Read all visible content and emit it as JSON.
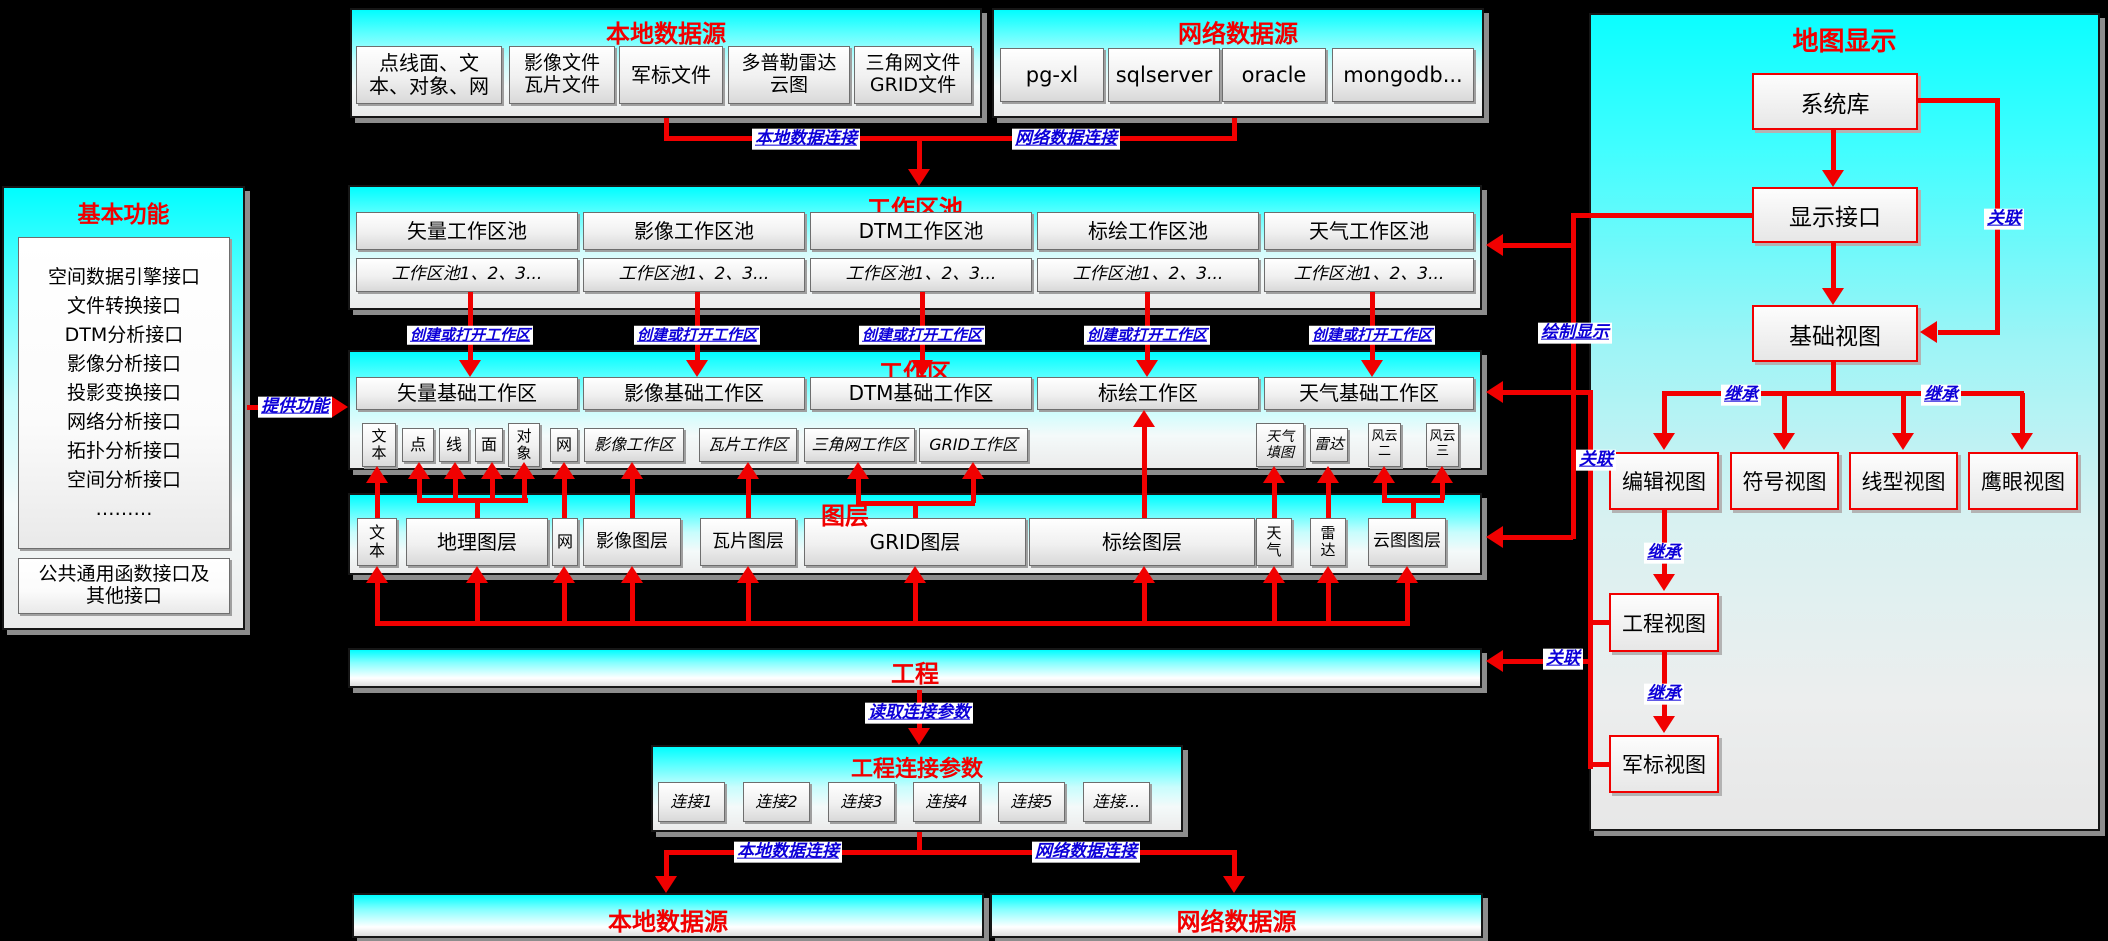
{
  "colors": {
    "red": "#f10000",
    "blue": "#0d00d8",
    "cyan": "#00feff",
    "background": "#000000"
  },
  "basic_functions": {
    "title": "基本功能",
    "items": [
      "空间数据引擎接口",
      "文件转换接口",
      "DTM分析接口",
      "影像分析接口",
      "投影变换接口",
      "网络分析接口",
      "拓扑分析接口",
      "空间分析接口",
      "………"
    ],
    "footer": "公共通用函数接口及\n其他接口"
  },
  "local_source_top": {
    "title": "本地数据源",
    "items": [
      "点线面、文\n本、对象、网",
      "影像文件\n瓦片文件",
      "军标文件",
      "多普勒雷达\n云图",
      "三角网文件\nGRID文件"
    ]
  },
  "network_source_top": {
    "title": "网络数据源",
    "items": [
      "pg-xl",
      "sqlserver",
      "oracle",
      "mongodb..."
    ]
  },
  "workspace_pool": {
    "title": "工作区池",
    "columns": [
      "矢量工作区池",
      "影像工作区池",
      "DTM工作区池",
      "标绘工作区池",
      "天气工作区池"
    ],
    "pool_label": "工作区池1、2、3..."
  },
  "workspace": {
    "title": "工作区",
    "columns": [
      "矢量基础工作区",
      "影像基础工作区",
      "DTM基础工作区",
      "标绘工作区",
      "天气基础工作区"
    ],
    "subs": [
      "文\n本",
      "点",
      "线",
      "面",
      "对\n象",
      "网",
      "影像工作区",
      "瓦片工作区",
      "三角网工作区",
      "GRID工作区",
      "天气\n填图",
      "雷达",
      "风云\n二",
      "风云\n三"
    ]
  },
  "layers": {
    "title": "图层",
    "items": [
      "文\n本",
      "地理图层",
      "网",
      "影像图层",
      "瓦片图层",
      "GRID图层",
      "标绘图层",
      "天\n气",
      "雷\n达",
      "云图图层"
    ]
  },
  "project": {
    "title": "工程"
  },
  "project_conn": {
    "title": "工程连接参数",
    "items": [
      "连接1",
      "连接2",
      "连接3",
      "连接4",
      "连接5",
      "连接..."
    ]
  },
  "bottom_bars": {
    "local": "本地数据源",
    "network": "网络数据源"
  },
  "map_display": {
    "title": "地图显示",
    "system_lib": "系统库",
    "display_interface": "显示接口",
    "base_view": "基础视图",
    "views": [
      "编辑视图",
      "符号视图",
      "线型视图",
      "鹰眼视图"
    ],
    "project_view": "工程视图",
    "milsym_view": "军标视图"
  },
  "edge_labels": {
    "local_conn": "本地数据连接",
    "network_conn": "网络数据连接",
    "create_open": "创建或打开工作区",
    "provide": "提供功能",
    "draw_display": "绘制显示",
    "assoc": "关联",
    "inherit": "继承",
    "read_params": "读取连接参数"
  }
}
